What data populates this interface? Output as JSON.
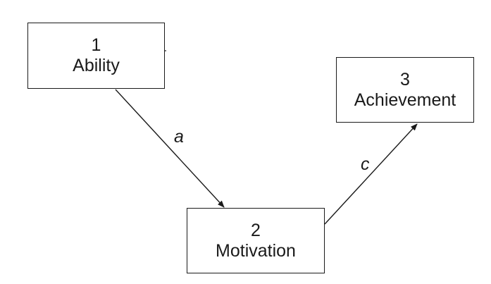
{
  "nodes": {
    "ability": {
      "number": "1",
      "label": "Ability"
    },
    "motivation": {
      "number": "2",
      "label": "Motivation"
    },
    "achievement": {
      "number": "3",
      "label": "Achievement"
    }
  },
  "paths": {
    "ability_to_motivation": {
      "label": "a"
    },
    "motivation_to_achievement": {
      "label": "c"
    }
  },
  "colors": {
    "stroke": "#1a1a1a",
    "background": "#ffffff"
  }
}
